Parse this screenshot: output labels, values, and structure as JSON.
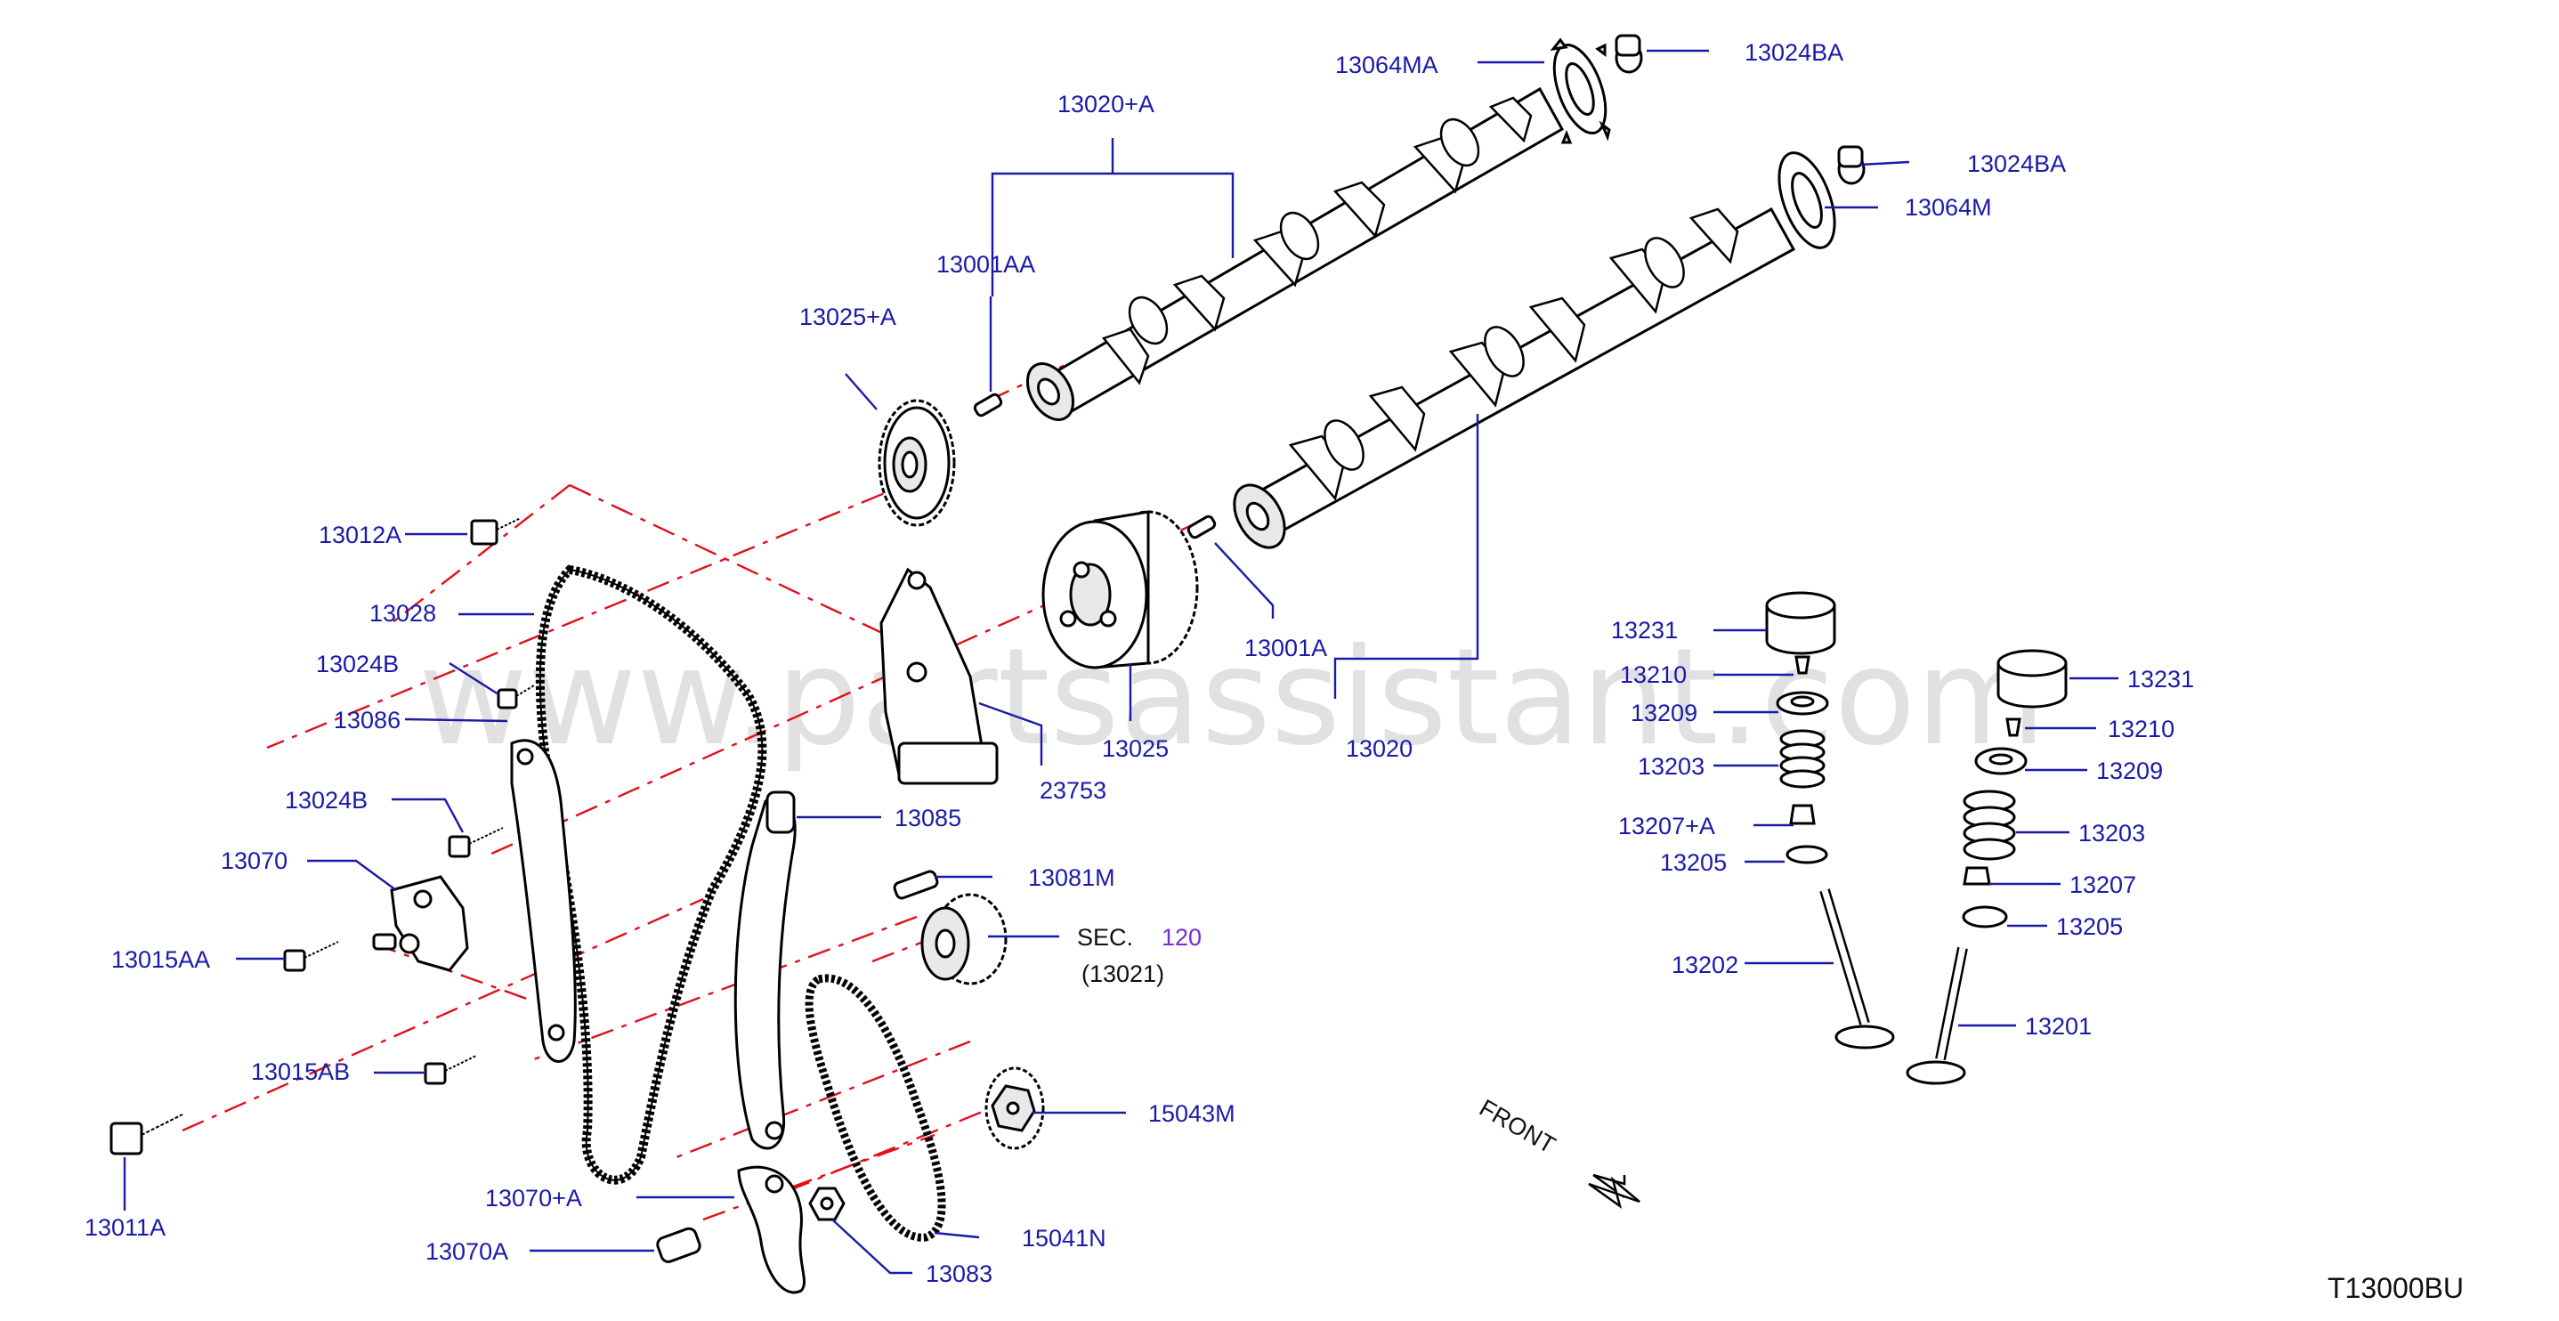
{
  "watermark": "www.partsassistant.com",
  "diagram_ref": "T13000BU",
  "direction_label": "FRONT",
  "colors": {
    "label": "#1a1aa8",
    "centerline": "#e0101a",
    "sec_number": "#7a2bd0"
  },
  "labels": {
    "p13064MA": "13064MA",
    "p13024BA_top": "13024BA",
    "p13020A": "13020+A",
    "p13024BA_right": "13024BA",
    "p13064M": "13064M",
    "p13001AA": "13001AA",
    "p13025A": "13025+A",
    "p13012A": "13012A",
    "p13028": "13028",
    "p13024B_upper": "13024B",
    "p13086": "13086",
    "p13024B_lower": "13024B",
    "p13070": "13070",
    "p13015AA": "13015AA",
    "p13015AB": "13015AB",
    "p13011A": "13011A",
    "p13001A": "13001A",
    "p13025": "13025",
    "p23753": "23753",
    "p13020": "13020",
    "p13085": "13085",
    "p13081M": "13081M",
    "sec_prefix": "SEC.",
    "sec_number": "120",
    "sec_sub": "(13021)",
    "p15043M": "15043M",
    "p13070A_plus": "13070+A",
    "p15041N": "15041N",
    "p13070A": "13070A",
    "p13083": "13083",
    "p13231_left": "13231",
    "p13210_left": "13210",
    "p13209_left": "13209",
    "p13203_left": "13203",
    "p13207A": "13207+A",
    "p13205_left": "13205",
    "p13202": "13202",
    "p13231_right": "13231",
    "p13210_right": "13210",
    "p13209_right": "13209",
    "p13203_right": "13203",
    "p13207": "13207",
    "p13205_right": "13205",
    "p13201": "13201"
  }
}
